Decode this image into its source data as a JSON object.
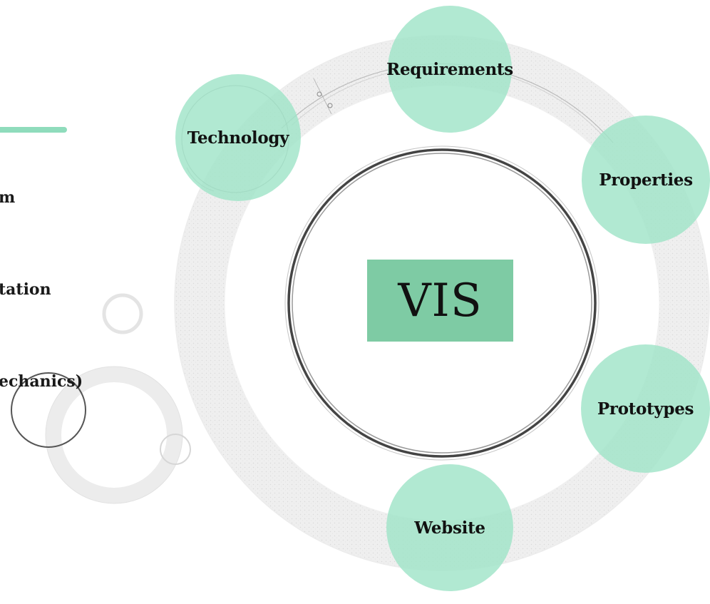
{
  "side_items": [
    {
      "text": "m"
    },
    {
      "text": "tation"
    },
    {
      "text": "echanics)"
    }
  ],
  "center": {
    "label": "VIS"
  },
  "nodes": {
    "requirements": "Requirements",
    "technology": "Technology",
    "properties": "Properties",
    "prototypes": "Prototypes",
    "website": "Website"
  },
  "colors": {
    "node_fill": "#a0e4c8",
    "center_box": "#7ecba4",
    "accent_bar": "#8fdcbc",
    "ring": "#e6e6e6"
  }
}
